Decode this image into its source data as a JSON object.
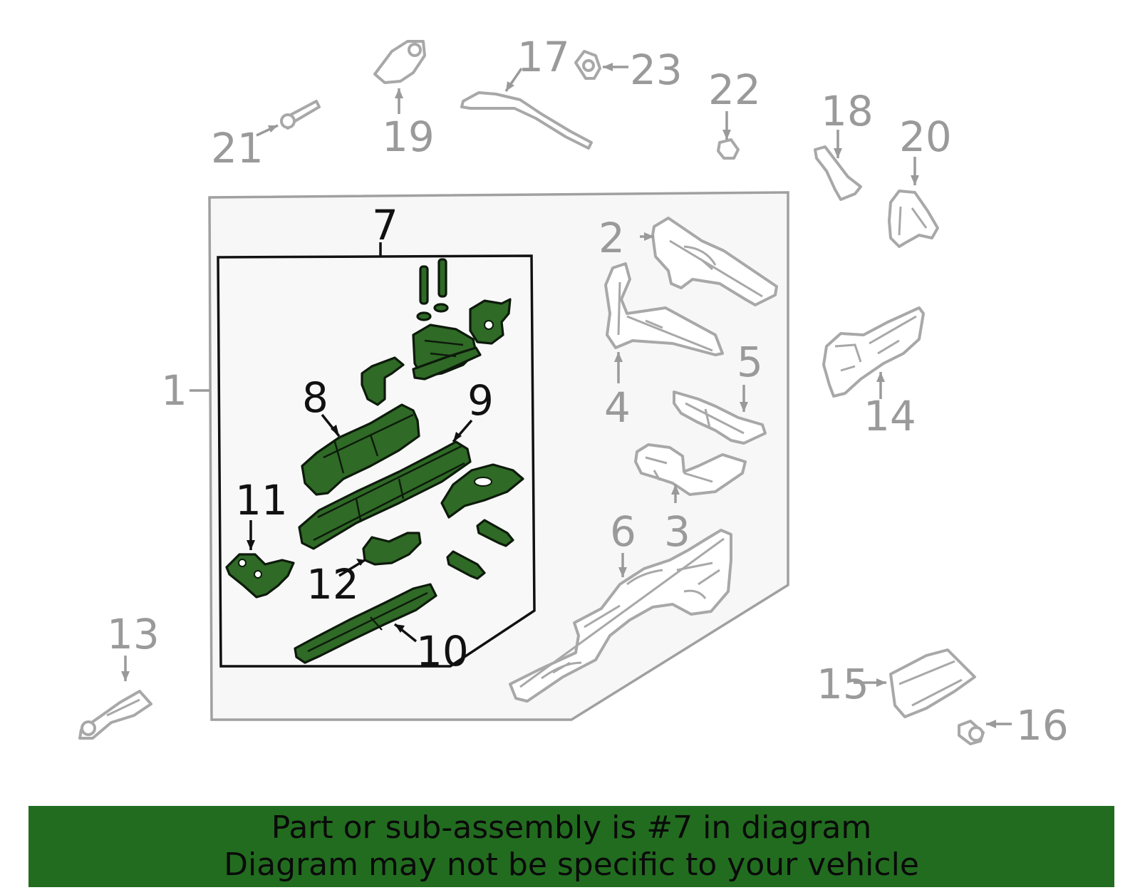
{
  "callouts": {
    "c1": "1",
    "c2": "2",
    "c3": "3",
    "c4": "4",
    "c5": "5",
    "c6": "6",
    "c7": "7",
    "c8": "8",
    "c9": "9",
    "c10": "10",
    "c11": "11",
    "c12": "12",
    "c13": "13",
    "c14": "14",
    "c15": "15",
    "c16": "16",
    "c17": "17",
    "c18": "18",
    "c19": "19",
    "c20": "20",
    "c21": "21",
    "c22": "22",
    "c23": "23"
  },
  "highlighted_callouts": [
    "7",
    "8",
    "9",
    "10",
    "11",
    "12"
  ],
  "banner": {
    "line1": "Part or sub-assembly is #7 in diagram",
    "line2": "Diagram may not be specific to your vehicle"
  },
  "colors": {
    "highlight_green": "#2f6a26",
    "banner_green": "#226c1f",
    "callout_gray": "#9a9a9a",
    "callout_black": "#111111",
    "panel_fill": "#f7f7f7"
  }
}
